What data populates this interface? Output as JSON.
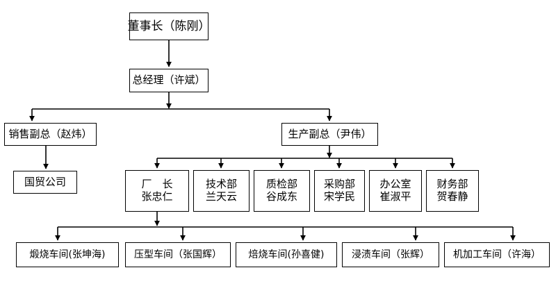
{
  "chart_data": {
    "type": "diagram",
    "title": "",
    "orientation": "top-down",
    "levels": 5,
    "nodes": [
      {
        "id": "chairman",
        "label": "董事长（陈刚）",
        "level": 1
      },
      {
        "id": "gm",
        "label": "总经理（许斌）",
        "level": 2
      },
      {
        "id": "sales_vp",
        "label": "销售副总（赵炜）",
        "level": 3
      },
      {
        "id": "prod_vp",
        "label": "生产副总（尹伟）",
        "level": 3
      },
      {
        "id": "guomao",
        "label": "国贸公司",
        "level": 4
      },
      {
        "id": "plant_mgr",
        "title": "厂　长",
        "person": "张忠仁",
        "level": 4
      },
      {
        "id": "tech",
        "title": "技术部",
        "person": "兰天云",
        "level": 4
      },
      {
        "id": "qc",
        "title": "质检部",
        "person": "谷成东",
        "level": 4
      },
      {
        "id": "purchase",
        "title": "采购部",
        "person": "宋学民",
        "level": 4
      },
      {
        "id": "office",
        "title": "办公室",
        "person": "崔淑平",
        "level": 4
      },
      {
        "id": "finance",
        "title": "财务部",
        "person": "贺春静",
        "level": 4
      },
      {
        "id": "shop1",
        "label": "煅烧车间(张坤海)",
        "level": 5
      },
      {
        "id": "shop2",
        "label": "压型车间（张国辉）",
        "level": 5
      },
      {
        "id": "shop3",
        "label": "焙烧车间(孙喜健)",
        "level": 5
      },
      {
        "id": "shop4",
        "label": "浸渍车间（张辉）",
        "level": 5
      },
      {
        "id": "shop5",
        "label": "机加工车间（许海）",
        "level": 5
      }
    ],
    "edges": [
      {
        "from": "chairman",
        "to": "gm"
      },
      {
        "from": "gm",
        "to": "sales_vp"
      },
      {
        "from": "gm",
        "to": "prod_vp"
      },
      {
        "from": "sales_vp",
        "to": "guomao"
      },
      {
        "from": "prod_vp",
        "to": "plant_mgr"
      },
      {
        "from": "prod_vp",
        "to": "tech"
      },
      {
        "from": "prod_vp",
        "to": "qc"
      },
      {
        "from": "prod_vp",
        "to": "purchase"
      },
      {
        "from": "prod_vp",
        "to": "office"
      },
      {
        "from": "prod_vp",
        "to": "finance"
      },
      {
        "from": "plant_mgr",
        "to": "shop1"
      },
      {
        "from": "plant_mgr",
        "to": "shop2"
      },
      {
        "from": "plant_mgr",
        "to": "shop3"
      },
      {
        "from": "plant_mgr",
        "to": "shop4"
      },
      {
        "from": "plant_mgr",
        "to": "shop5"
      }
    ],
    "style": {
      "box_fill": "#ffffff",
      "box_border": "#000000",
      "connector_color": "#000000",
      "text_color": "#000000",
      "background": "#ffffff"
    }
  },
  "chairman": {
    "label": "董事长（陈刚）"
  },
  "gm": {
    "label": "总经理（许斌）"
  },
  "sales_vp": {
    "label": "销售副总（赵炜）"
  },
  "prod_vp": {
    "label": "生产副总（尹伟）"
  },
  "guomao": {
    "label": "国贸公司"
  },
  "departments": [
    {
      "title": "厂　长",
      "person": "张忠仁"
    },
    {
      "title": "技术部",
      "person": "兰天云"
    },
    {
      "title": "质检部",
      "person": "谷成东"
    },
    {
      "title": "采购部",
      "person": "宋学民"
    },
    {
      "title": "办公室",
      "person": "崔淑平"
    },
    {
      "title": "财务部",
      "person": "贺春静"
    }
  ],
  "workshops": [
    {
      "label": "煅烧车间(张坤海)"
    },
    {
      "label": "压型车间（张国辉）"
    },
    {
      "label": "焙烧车间(孙喜健)"
    },
    {
      "label": "浸渍车间（张辉）"
    },
    {
      "label": "机加工车间（许海）"
    }
  ]
}
